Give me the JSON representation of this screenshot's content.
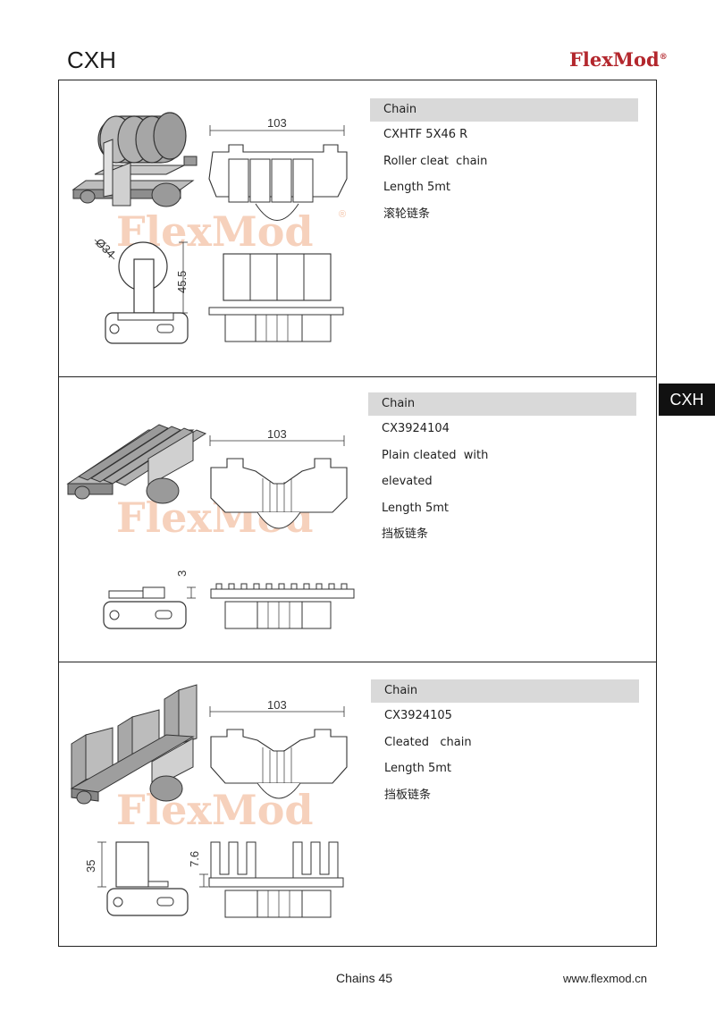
{
  "header": {
    "series": "CXH",
    "brand": "FlexMod",
    "brand_mark": "®"
  },
  "side_tab": "CXH",
  "watermark": "FlexMod",
  "watermark_mark": "®",
  "panels": [
    {
      "header": "Chain",
      "lines": [
        "CXHTF 5X46 R",
        "Roller cleat  chain",
        "Length 5mt",
        "滚轮链条"
      ],
      "dims": {
        "width": "103",
        "diameter": "Ø34",
        "height": "45.5"
      }
    },
    {
      "header": "Chain",
      "lines": [
        "CX3924104",
        "Plain cleated  with",
        "elevated",
        "Length 5mt",
        "挡板链条"
      ],
      "dims": {
        "width": "103",
        "height": "3"
      }
    },
    {
      "header": "Chain",
      "lines": [
        "CX3924105",
        "Cleated   chain",
        "Length 5mt",
        "挡板链条"
      ],
      "dims": {
        "width": "103",
        "height": "35",
        "cleat": "7.6"
      }
    }
  ],
  "footer": {
    "page": "Chains 45",
    "url": "www.flexmod.cn"
  }
}
